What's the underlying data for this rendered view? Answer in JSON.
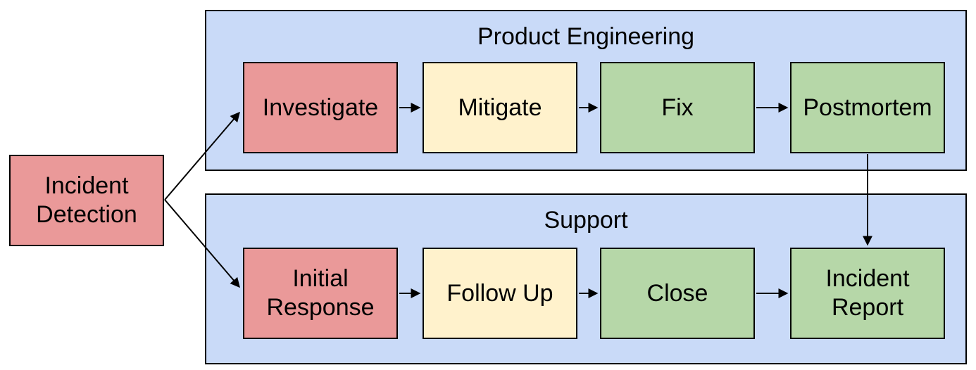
{
  "diagram": {
    "type": "flowchart-swimlanes",
    "colors": {
      "lane_fill": "#C9DAF8",
      "node_red": "#EA9999",
      "node_yellow": "#FFF2CC",
      "node_green": "#B6D7A8",
      "border": "#000000",
      "text": "#000000",
      "canvas_bg": "#FFFFFF"
    },
    "start": {
      "id": "incident-detection",
      "label": "Incident Detection",
      "fill": "#EA9999"
    },
    "lanes": [
      {
        "id": "product-engineering",
        "title": "Product Engineering",
        "fill": "#C9DAF8",
        "nodes": [
          {
            "id": "investigate",
            "label": "Investigate",
            "fill": "#EA9999"
          },
          {
            "id": "mitigate",
            "label": "Mitigate",
            "fill": "#FFF2CC"
          },
          {
            "id": "fix",
            "label": "Fix",
            "fill": "#B6D7A8"
          },
          {
            "id": "postmortem",
            "label": "Postmortem",
            "fill": "#B6D7A8"
          }
        ]
      },
      {
        "id": "support",
        "title": "Support",
        "fill": "#C9DAF8",
        "nodes": [
          {
            "id": "initial-response",
            "label": "Initial Response",
            "fill": "#EA9999"
          },
          {
            "id": "follow-up",
            "label": "Follow Up",
            "fill": "#FFF2CC"
          },
          {
            "id": "close",
            "label": "Close",
            "fill": "#B6D7A8"
          },
          {
            "id": "incident-report",
            "label": "Incident Report",
            "fill": "#B6D7A8"
          }
        ]
      }
    ],
    "edges": [
      {
        "from": "incident-detection",
        "to": "investigate"
      },
      {
        "from": "incident-detection",
        "to": "initial-response"
      },
      {
        "from": "investigate",
        "to": "mitigate"
      },
      {
        "from": "mitigate",
        "to": "fix"
      },
      {
        "from": "fix",
        "to": "postmortem"
      },
      {
        "from": "postmortem",
        "to": "incident-report"
      },
      {
        "from": "initial-response",
        "to": "follow-up"
      },
      {
        "from": "follow-up",
        "to": "close"
      },
      {
        "from": "close",
        "to": "incident-report"
      }
    ]
  }
}
